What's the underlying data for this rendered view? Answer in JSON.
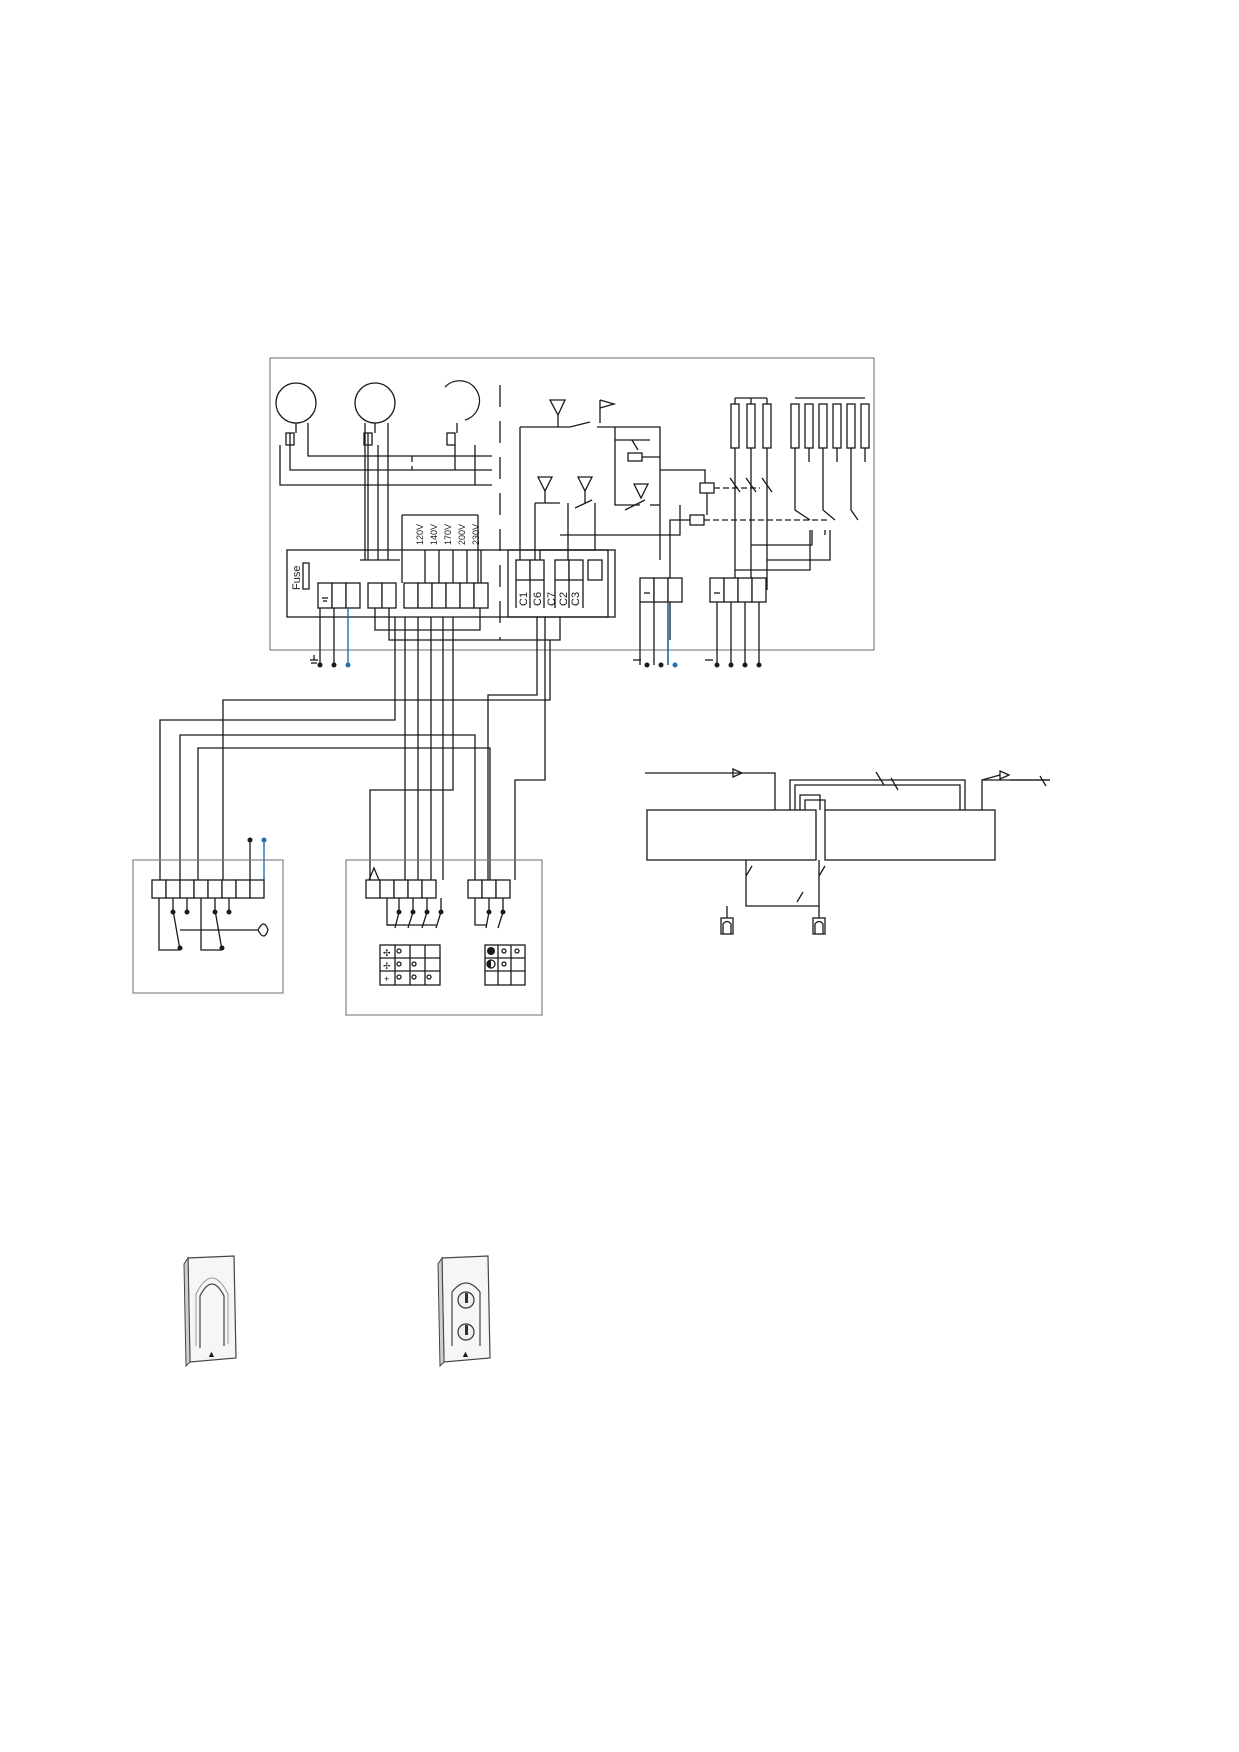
{
  "main_panel": {
    "fuse_label": "Fuse",
    "voltage_taps": [
      "120V",
      "140V",
      "170V",
      "200V",
      "230V"
    ],
    "capacitor_terminals": [
      "C1",
      "C6",
      "C7",
      "C2",
      "C3"
    ]
  },
  "colors": {
    "wire": "#1a1a1a",
    "neutral_wire": "#1f6fb2",
    "frame": "#7a7a7a"
  }
}
